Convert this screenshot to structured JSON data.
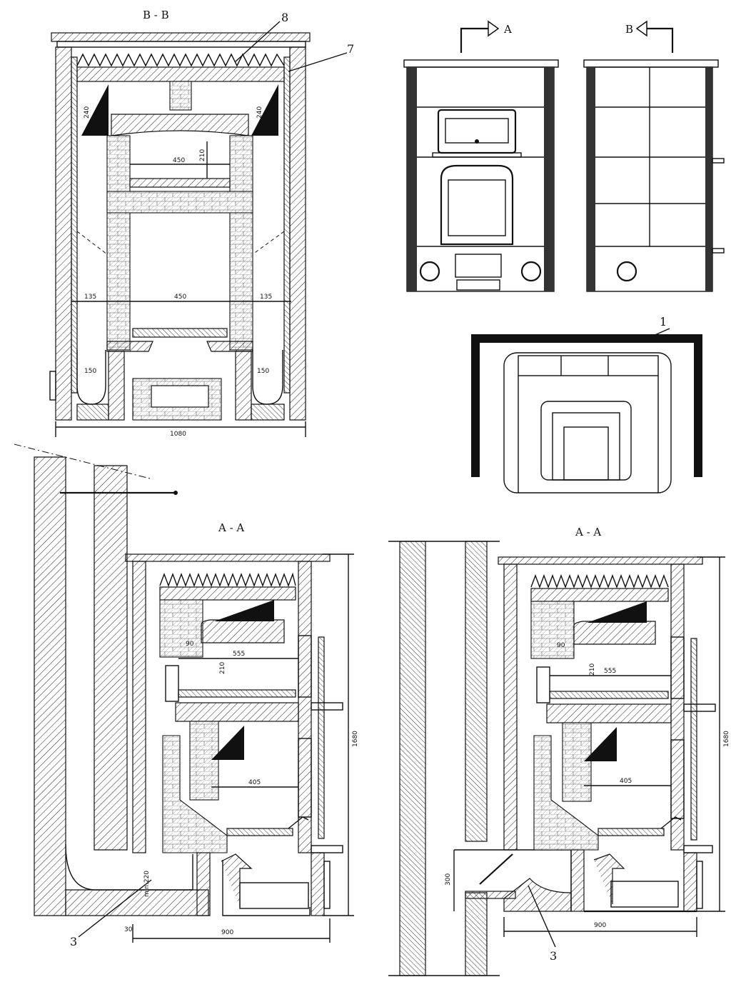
{
  "views": {
    "section_bb": {
      "title": "B - B",
      "callouts": {
        "top_insulation": "8",
        "side_layer": "7"
      },
      "dims": {
        "left_corner": "240",
        "right_corner": "240",
        "upper_width": "450",
        "upper_height": "210",
        "left_gap": "135",
        "lower_width": "450",
        "right_gap": "135",
        "left_channel": "150",
        "right_channel": "150",
        "total_width": "1080"
      }
    },
    "elevation": {
      "marker_a": "A",
      "marker_b": "B"
    },
    "plan": {
      "callout": "1"
    },
    "section_aa_left": {
      "title": "A - A",
      "dims": {
        "offset": "90",
        "chamber_width": "555",
        "chamber_height": "210",
        "firebox_width": "405",
        "total_height": "1680",
        "min_clearance": "min.220",
        "gap": "30",
        "depth": "900"
      },
      "callout": "3"
    },
    "section_aa_right": {
      "title": "A - A",
      "dims": {
        "offset": "90",
        "chamber_height": "210",
        "chamber_width": "555",
        "firebox_width": "405",
        "total_height": "1680",
        "flue_height": "300",
        "depth": "900"
      },
      "callout": "3"
    }
  }
}
